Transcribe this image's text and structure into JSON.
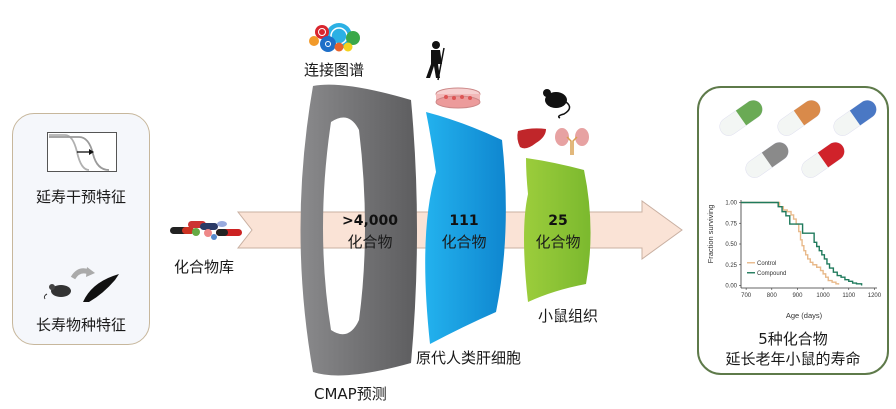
{
  "left_panel": {
    "signature_1": "延寿干预特征",
    "signature_2": "长寿物种特征",
    "icons": [
      "survival-curve-shift-icon",
      "mouse-to-whale-icon"
    ]
  },
  "library": {
    "label": "化合物库",
    "icon": "pills-pile-icon"
  },
  "connectivity_map": {
    "label": "连接图谱",
    "icon": "colorful-circles-icon"
  },
  "stages": [
    {
      "count": ">4,000",
      "unit": "化合物",
      "label": "CMAP预测",
      "color": "#6e6e70"
    },
    {
      "count": "111",
      "unit": "化合物",
      "label": "原代人类肝细胞",
      "color": "#1a9fe0",
      "icons": [
        "walking-elder-icon",
        "petri-dish-icon"
      ]
    },
    {
      "count": "25",
      "unit": "化合物",
      "label": "小鼠组织",
      "color": "#8cc63f",
      "icons": [
        "mouse-icon",
        "liver-icon",
        "kidney-icon"
      ]
    }
  ],
  "arrow_color": "#fae3d6",
  "result_panel": {
    "pill_colors": [
      "#6aaa55",
      "#d98a4a",
      "#4a78c4",
      "#8a8a8a",
      "#d0222a"
    ],
    "caption_line1": "5种化合物",
    "caption_line2": "延长老年小鼠的寿命"
  },
  "chart_data": {
    "type": "line",
    "title": "",
    "xlabel": "Age (days)",
    "ylabel": "Fraction surviving",
    "xlim": [
      680,
      1210
    ],
    "ylim": [
      -0.03,
      1.03
    ],
    "x_ticks": [
      700,
      800,
      900,
      1000,
      1100,
      1200
    ],
    "y_ticks": [
      0.0,
      0.25,
      0.5,
      0.75,
      1.0
    ],
    "x_tick_labels": [
      "700",
      "800",
      "900",
      "1000",
      "1100",
      "1200"
    ],
    "y_tick_labels": [
      "0.00",
      "0.25",
      "0.50",
      "0.75",
      "1.00"
    ],
    "legend": {
      "position": "bottom-left",
      "entries": [
        "Control",
        "Compound"
      ]
    },
    "series": [
      {
        "name": "Control",
        "color": "#e8b98a",
        "x": [
          680,
          820,
          830,
          845,
          860,
          875,
          885,
          895,
          905,
          912,
          918,
          925,
          932,
          940,
          950,
          960,
          975,
          990,
          1000,
          1010,
          1020,
          1035,
          1050,
          1060
        ],
        "y": [
          1.0,
          1.0,
          0.95,
          0.91,
          0.89,
          0.85,
          0.8,
          0.74,
          0.65,
          0.55,
          0.48,
          0.42,
          0.37,
          0.32,
          0.28,
          0.25,
          0.22,
          0.18,
          0.14,
          0.1,
          0.06,
          0.04,
          0.02,
          0.01
        ]
      },
      {
        "name": "Compound",
        "color": "#1f7a5c",
        "x": [
          680,
          810,
          825,
          840,
          855,
          870,
          920,
          965,
          975,
          985,
          995,
          1005,
          1015,
          1025,
          1040,
          1055,
          1070,
          1085,
          1100,
          1115,
          1130,
          1150
        ],
        "y": [
          1.0,
          1.0,
          0.95,
          0.89,
          0.84,
          0.74,
          0.63,
          0.52,
          0.47,
          0.42,
          0.37,
          0.32,
          0.26,
          0.21,
          0.16,
          0.12,
          0.1,
          0.07,
          0.05,
          0.03,
          0.02,
          0.0
        ]
      }
    ]
  }
}
